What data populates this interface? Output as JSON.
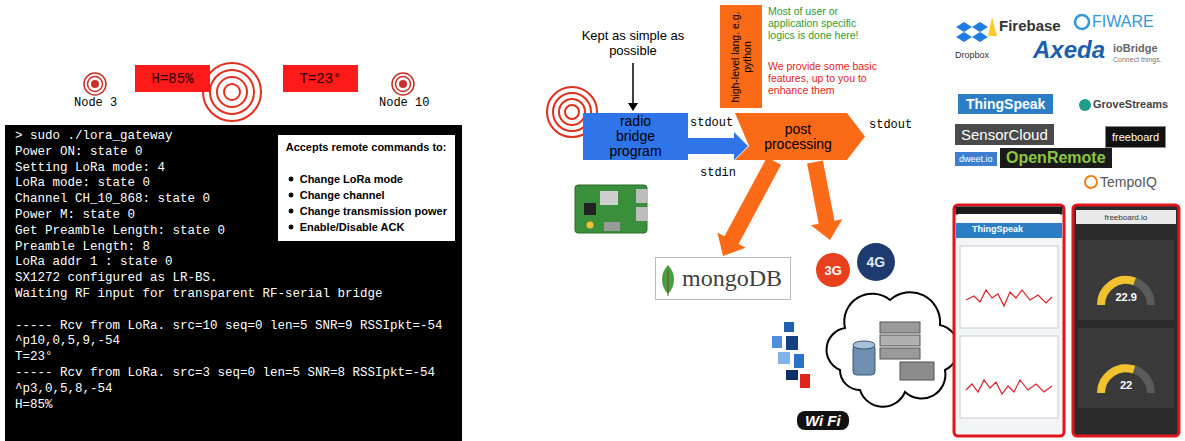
{
  "diagram": {
    "nodes": [
      {
        "text": [
          "H=85%"
        ]
      },
      {
        "text": [
          "T=23°"
        ]
      },
      {
        "text": [
          "> sudo ./lora_gateway",
          "Power ON: state 0",
          "Setting LoRa mode: 4",
          "LoRa mode: state 0",
          "Channel CH_10_868: state 0",
          "Power M: state 0",
          "Get Preamble Length: state 0",
          "Preamble Length: 8",
          "LoRa addr 1 : state 0",
          "SX1272 configured as LR-BS.",
          "Waiting RF input for transparent RF-serial bridge",
          "----- Rcv from LoRa. src=10 seq=0 len=5 SNR=9 RSSIpkt=-54",
          "^p10,0,5,9,-54",
          "T=23°",
          "----- Rcv from LoRa. src=3 seq=0 len=5 SNR=8 RSSIpkt=-54",
          "^p3,0,5,8,-54",
          "H=85%"
        ]
      },
      {
        "text": [
          "Accepts remote commands to:",
          "Change LoRa mode",
          "Change channel",
          "Change transmission power",
          "Enable/Disable ACK"
        ],
        "in": 2
      },
      {
        "text": [
          "radio bridge program"
        ]
      },
      {
        "text": [
          "post processing"
        ]
      },
      {
        "text": [
          "high-level lang. e.g. python"
        ]
      },
      {
        "text": [
          "mongoDB"
        ]
      }
    ],
    "edges": [
      {
        "from": 4,
        "to": 5,
        "label": "stdout",
        "arrow": "to"
      },
      {
        "from": 5,
        "to": 7,
        "arrow": "to"
      }
    ],
    "labels": [
      "Node 3",
      "Node 10",
      "Kept as simple as possible",
      "stdin",
      "stdout",
      "Most of user or application specific logics is done here!",
      "We provide some basic features, up to you to enhance them",
      "3G",
      "4G",
      "Wi Fi",
      "Dropbox",
      "Firebase",
      "FIWARE",
      "Axeda",
      "ioBridge",
      "Connect things.",
      "ThingSpeak",
      "GroveStreams",
      "SensorCloud",
      "freeboard",
      "dweet.io",
      "OpenRemote",
      "TempoIQ",
      "ThingSpeak",
      "freeboard.io",
      "22.9",
      "22"
    ]
  }
}
